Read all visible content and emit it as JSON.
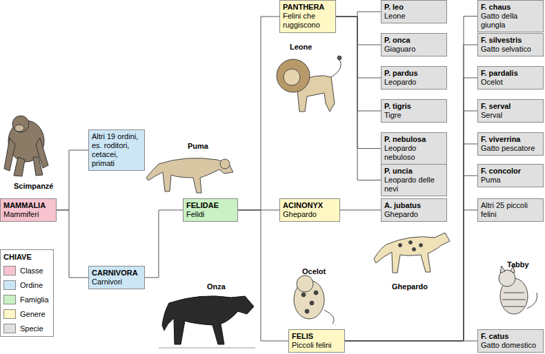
{
  "diagram": {
    "nodes": [
      {
        "text": [
          "MAMMALIA",
          "Mammiferi"
        ]
      },
      {
        "text": [
          "Altri 19 ordini, es. roditori, cetacei, primati"
        ]
      },
      {
        "text": [
          "CARNIVORA",
          "Carnivori"
        ]
      },
      {
        "text": [
          "FELIDAE",
          "Felidi"
        ]
      },
      {
        "text": [
          "PANTHERA",
          "Felini che ruggiscono"
        ]
      },
      {
        "text": [
          "ACINONYX",
          "Ghepardo"
        ]
      },
      {
        "text": [
          "FELIS",
          "Piccoli felini"
        ]
      },
      {
        "text": [
          "P. leo",
          "Leone"
        ]
      },
      {
        "text": [
          "P. onca",
          "Giaguaro"
        ]
      },
      {
        "text": [
          "P. pardus",
          "Leopardo"
        ]
      },
      {
        "text": [
          "P. tigris",
          "Tigre"
        ]
      },
      {
        "text": [
          "P. nebulosa",
          "Leopardo nebuloso"
        ]
      },
      {
        "text": [
          "P. uncia",
          "Leopardo delle nevi"
        ]
      },
      {
        "text": [
          "A. jubatus",
          "Ghepardo"
        ]
      },
      {
        "text": [
          "F. chaus",
          "Gatto della giungla"
        ]
      },
      {
        "text": [
          "F. silvestris",
          "Gatto selvatico"
        ]
      },
      {
        "text": [
          "F. pardalis",
          "Ocelot"
        ]
      },
      {
        "text": [
          "F. serval",
          "Serval"
        ]
      },
      {
        "text": [
          "F. viverrina",
          "Gatto pescatore"
        ]
      },
      {
        "text": [
          "F. concolor",
          "Puma"
        ]
      },
      {
        "text": [
          "Altri 25 piccoli felini"
        ]
      },
      {
        "text": [
          "F. catus",
          "Gatto domestico"
        ]
      }
    ],
    "edges": [
      {
        "from": 0,
        "to": 1,
        "arrow": "none"
      },
      {
        "from": 0,
        "to": 2,
        "arrow": "none"
      },
      {
        "from": 2,
        "to": 3,
        "arrow": "none"
      },
      {
        "from": 3,
        "to": 4,
        "arrow": "none"
      },
      {
        "from": 3,
        "to": 5,
        "arrow": "none"
      },
      {
        "from": 3,
        "to": 6,
        "arrow": "none"
      },
      {
        "from": 4,
        "to": 7,
        "arrow": "none"
      },
      {
        "from": 4,
        "to": 8,
        "arrow": "none"
      },
      {
        "from": 4,
        "to": 9,
        "arrow": "none"
      },
      {
        "from": 4,
        "to": 10,
        "arrow": "none"
      },
      {
        "from": 4,
        "to": 11,
        "arrow": "none"
      },
      {
        "from": 4,
        "to": 12,
        "arrow": "none"
      },
      {
        "from": 5,
        "to": 13,
        "arrow": "none"
      },
      {
        "from": 6,
        "to": 14,
        "arrow": "none"
      },
      {
        "from": 6,
        "to": 15,
        "arrow": "none"
      },
      {
        "from": 6,
        "to": 16,
        "arrow": "none"
      },
      {
        "from": 6,
        "to": 17,
        "arrow": "none"
      },
      {
        "from": 6,
        "to": 18,
        "arrow": "none"
      },
      {
        "from": 6,
        "to": 19,
        "arrow": "none"
      },
      {
        "from": 6,
        "to": 20,
        "arrow": "none"
      },
      {
        "from": 6,
        "to": 21,
        "arrow": "none"
      }
    ],
    "labels": [
      "Scimpanzé",
      "Puma",
      "Leone",
      "Onza",
      "Ocelot",
      "Ghepardo",
      "Tabby",
      "CHIAVE"
    ],
    "legend": [
      {
        "text": "Classe",
        "color": "#f7c3cf"
      },
      {
        "text": "Ordine",
        "color": "#cce6f6"
      },
      {
        "text": "Famiglia",
        "color": "#c9f1c3"
      },
      {
        "text": "Genere",
        "color": "#fff8c4"
      },
      {
        "text": "Specie",
        "color": "#e0e0e0"
      }
    ]
  }
}
